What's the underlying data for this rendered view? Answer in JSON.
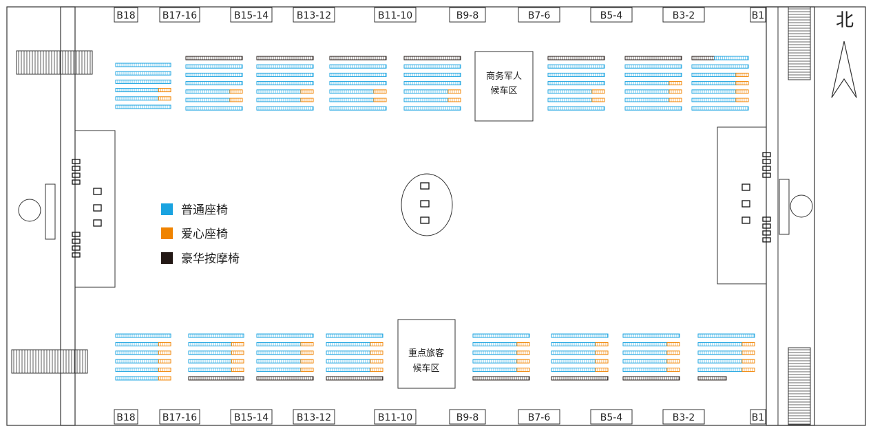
{
  "map": {
    "north_label": "北",
    "gates_top": [
      "B18",
      "B17-16",
      "B15-14",
      "B13-12",
      "B11-10",
      "B9-8",
      "B7-6",
      "B5-4",
      "B3-2",
      "B1"
    ],
    "gates_bottom": [
      "B18",
      "B17-16",
      "B15-14",
      "B13-12",
      "B11-10",
      "B9-8",
      "B7-6",
      "B5-4",
      "B3-2",
      "B1"
    ],
    "zones": {
      "business_line1": "商务军人",
      "business_line2": "候车区",
      "priority_line1": "重点旅客",
      "priority_line2": "候车区"
    }
  },
  "legend": {
    "items": [
      {
        "label": "普通座椅",
        "color": "#1aa3e0"
      },
      {
        "label": "爱心座椅",
        "color": "#f08300"
      },
      {
        "label": "豪华按摩椅",
        "color": "#231815"
      }
    ]
  },
  "colors": {
    "regular": "#1aa3e0",
    "love": "#f08300",
    "massage": "#231815",
    "line": "#333333"
  }
}
